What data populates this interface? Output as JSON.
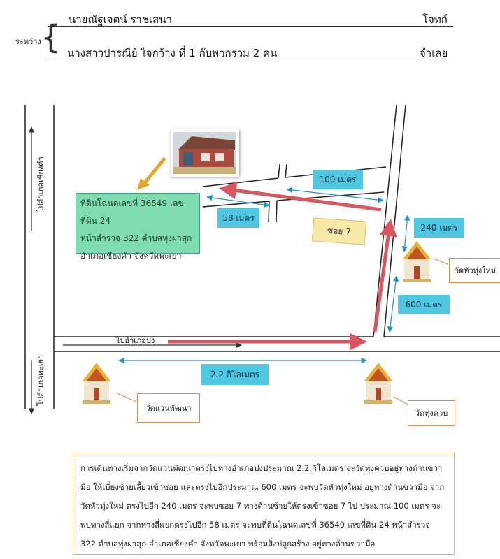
{
  "header": {
    "between_label": "ระหว่าง",
    "plaintiff_name": "นายณัฐเจตน์ ราชเสนา",
    "plaintiff_role": "โจทก์",
    "defendant_name": "นางสาวปารณีย์ ใจกว้าง ที่ 1 กับพวกรวม 2 คน",
    "defendant_role": "จำเลย"
  },
  "map": {
    "road_label_left_top": "ไปอำเภอเชียงคำ",
    "road_label_left_bottom": "ไปอำเภอพะเยา",
    "road_label_bottom": "ไปอำเภอปง",
    "land_info": {
      "line1": "ที่ดินโฉนดเลขที่ 36549 เลขที่ดิน 24",
      "line2": "หน้าสำรวจ 322 ตำบลทุ่งผาสุก",
      "line3": "อำเภอเชียงคำ จังหวัดพะเยา"
    },
    "soi_label": "ซอย 7",
    "distances": {
      "d100": "100 เมตร",
      "d58": "58 เมตร",
      "d240": "240 เมตร",
      "d600": "600 เมตร",
      "d2_2": "2.2 กิโลเมตร"
    },
    "temples": {
      "hua_thung_mai": "วัดหัวทุ่งใหม่",
      "waen_phatthana": "วัดแวนพัฒนา",
      "thung_khuap": "วัดทุ่งควบ"
    }
  },
  "description": "การเดินทางเริ่มจากวัดแวนพัฒนาตรงไปทางอำเภอปงประมาณ 2.2 กิโลเมตร จะวัดทุ่งควบอยู่ทางด้านขวามือ ให้เบี่ยงซ้ายเลี้ยวเข้าซอย และตรงไปอีกประมาณ 600 เมตร จะพบวัดหัวทุ่งใหม่ อยู่ทางด้านขวามือ จากวัดหัวทุ่งใหม่ ตรงไปอีก 240 เมตร จะพบซอย 7 ทางด้านซ้ายให้ตรงเข้าซอย 7 ไป ประมาณ 100 เมตร จะพบทางสี่แยก จากทางสี่แยกตรงไปอีก 58 เมตร จะพบที่ดินโฉนดเลขที่ 36549 เลขที่ดิน 24 หน้าสำรวจ 322 ตำบลทุ่งผาสุก อำเภอเชียงคำ จังหวัดพะเยา พร้อมสิ่งปลูกสร้าง อยู่ทางด้านขวามือ",
  "colors": {
    "route": "#d9555f",
    "distance_arrow": "#1f93c2",
    "cyan_box": "#4fc7e1",
    "land_box": "#7edcb0",
    "soi_box": "#f7e9a7",
    "temple_label_border": "#e08a4a",
    "desc_border": "#e0b35b"
  }
}
